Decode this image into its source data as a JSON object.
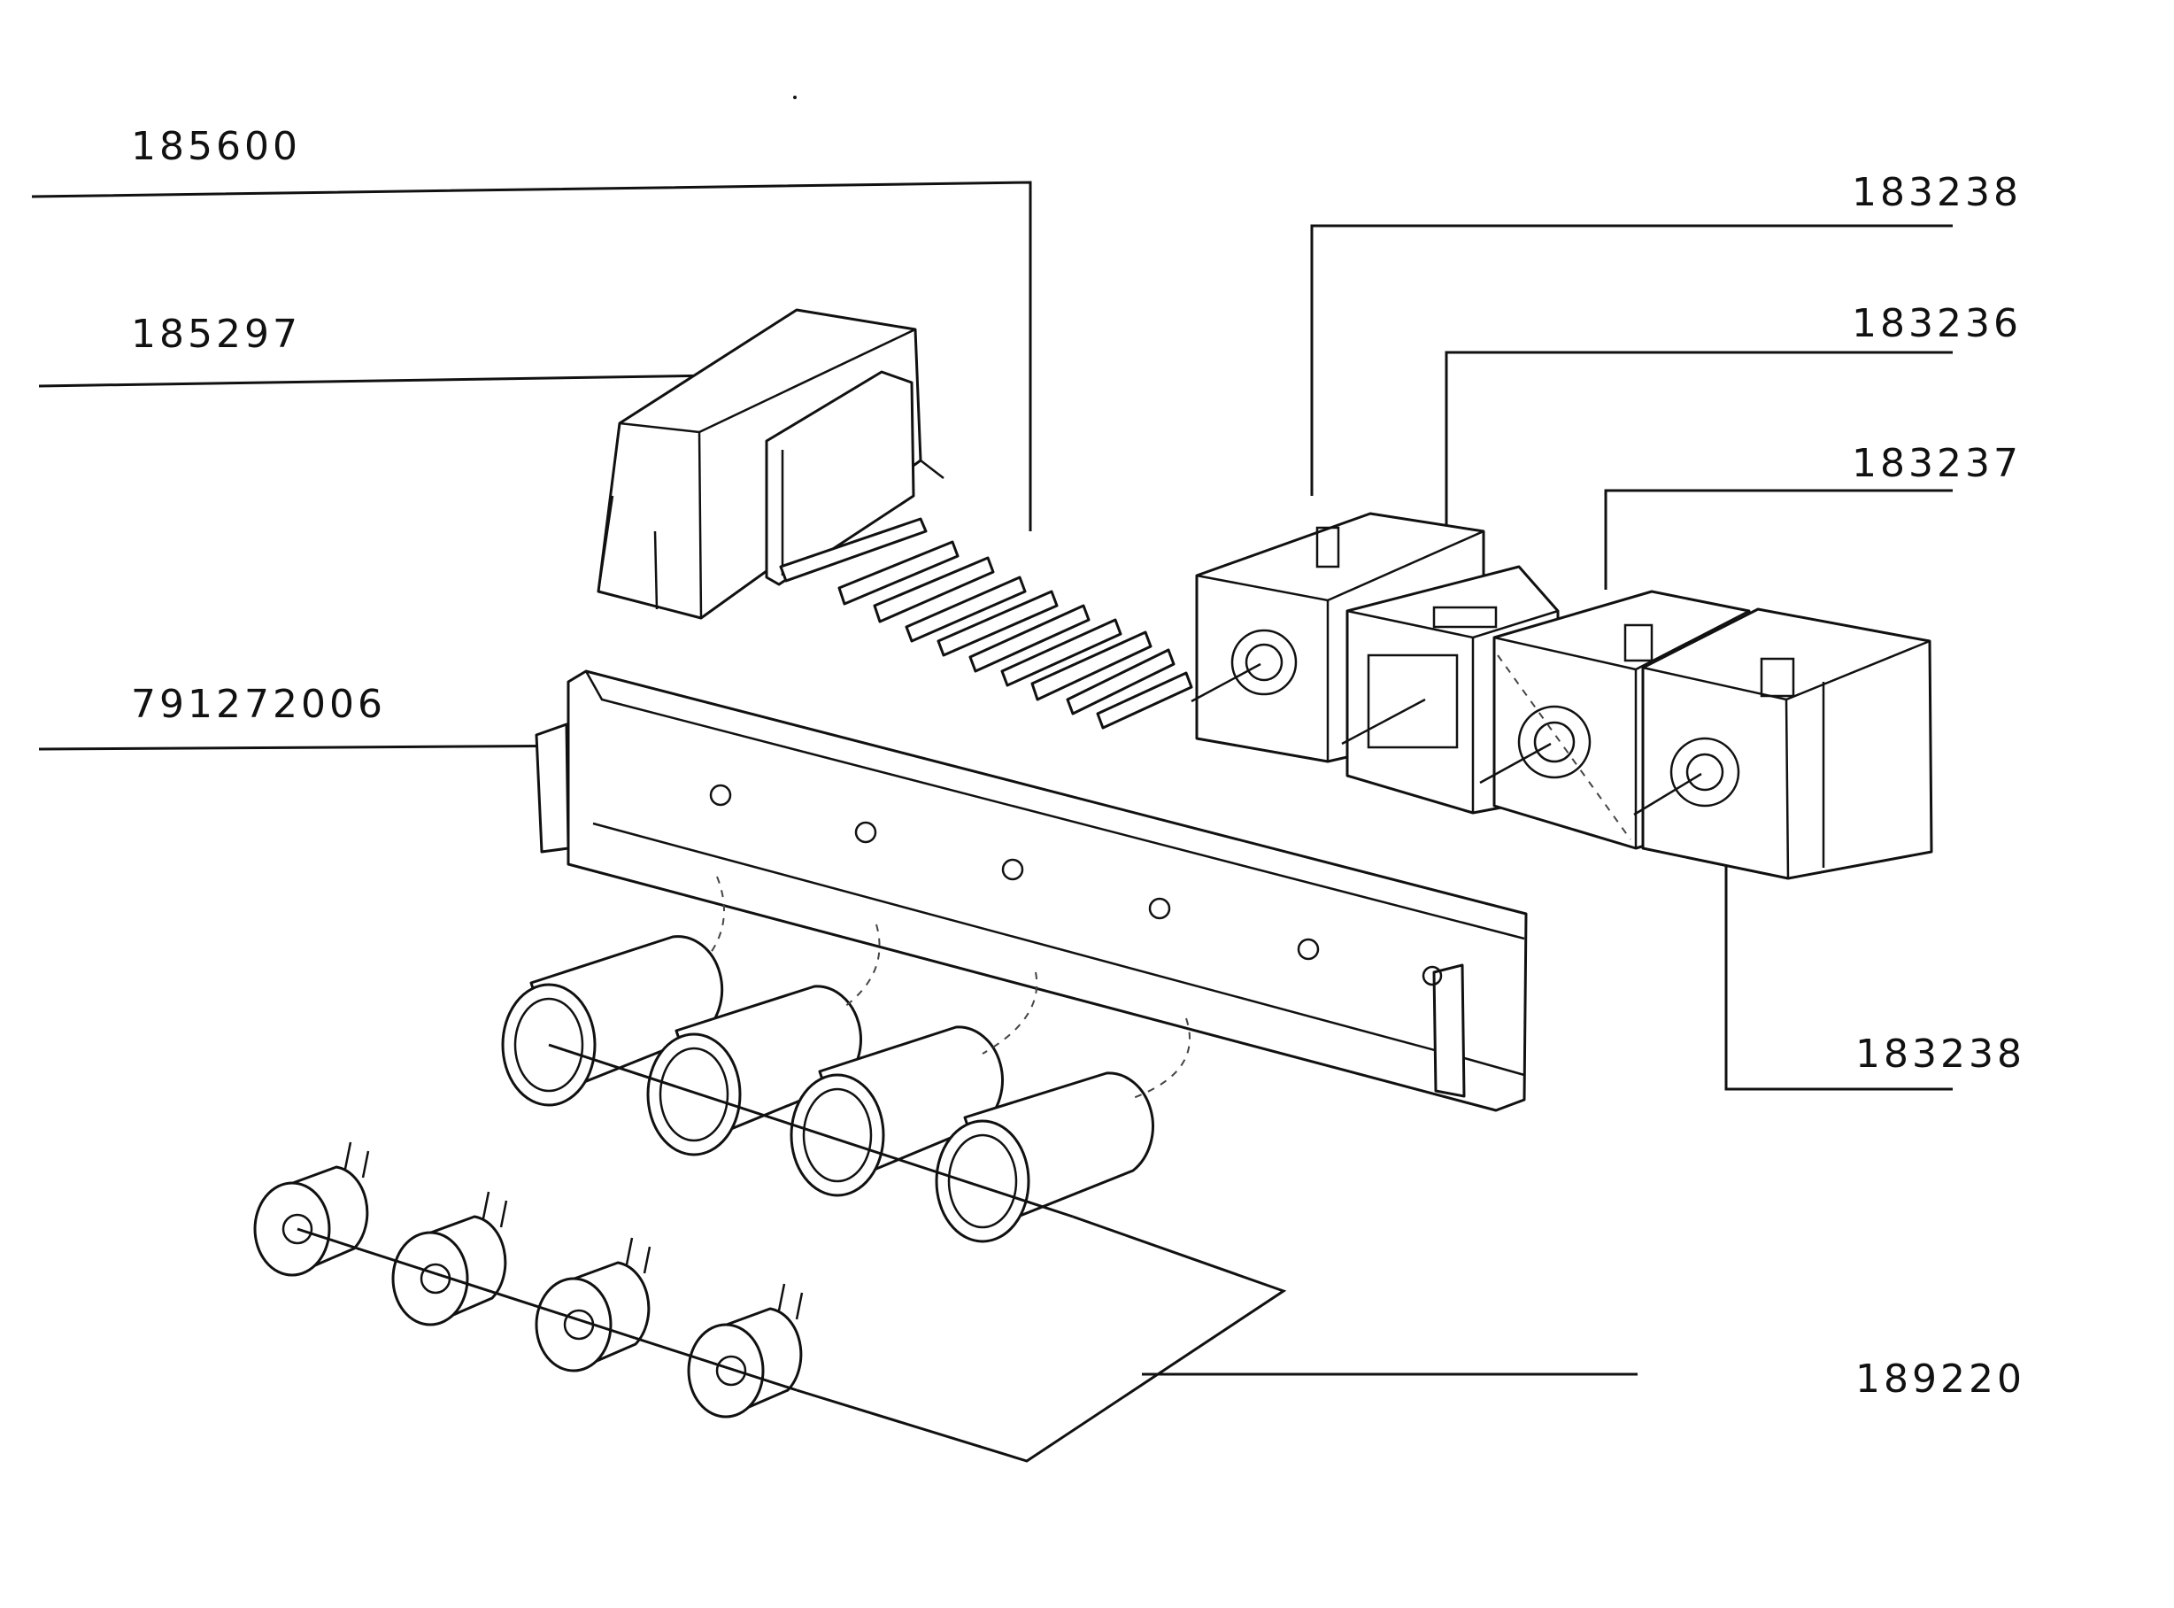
{
  "labels": {
    "l185600": "185600",
    "l185297": "185297",
    "l791272006": "791272006",
    "l183238_top": "183238",
    "l183236": "183236",
    "l183237": "183237",
    "l183238_bottom": "183238",
    "l189220": "189220"
  },
  "colors": {
    "ink": "#111111",
    "background": "#ffffff"
  }
}
